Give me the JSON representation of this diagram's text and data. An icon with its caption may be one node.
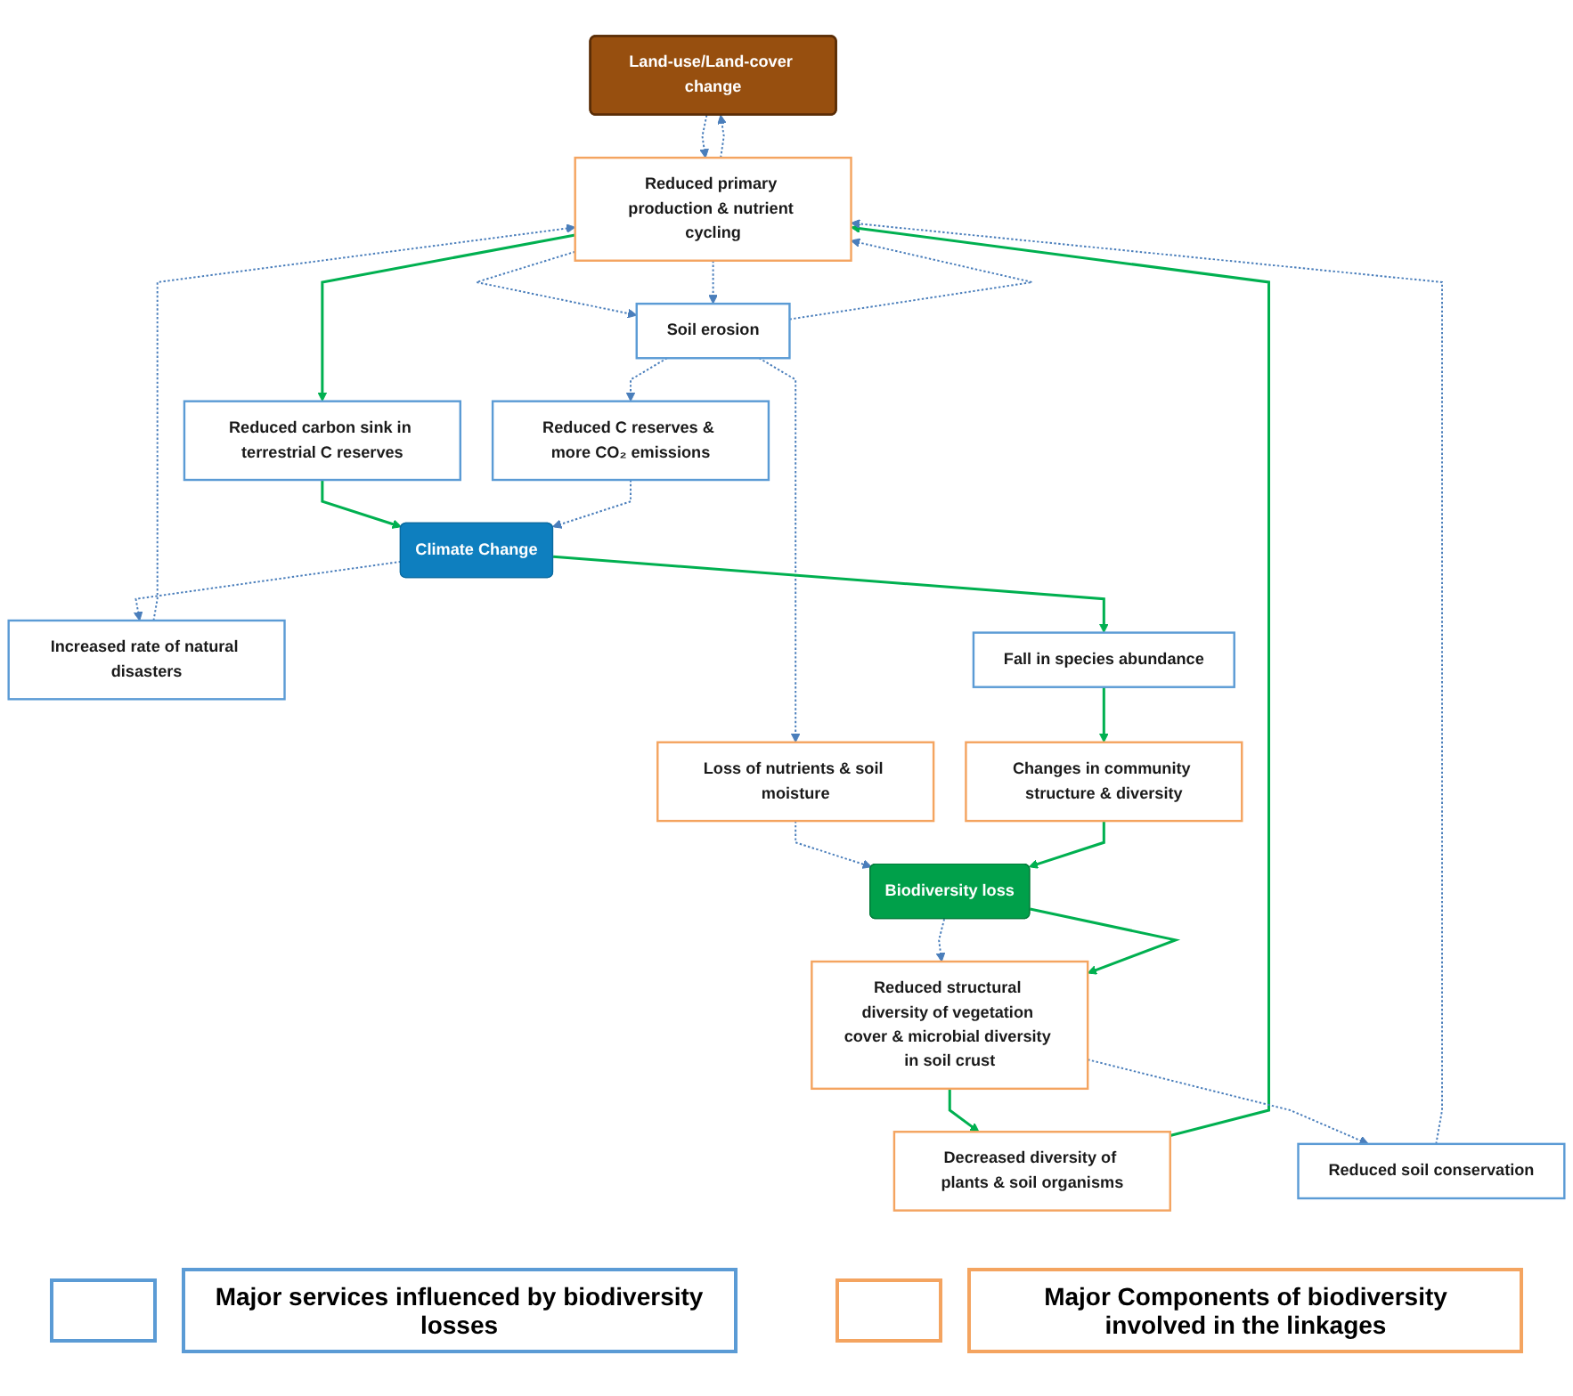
{
  "diagram": {
    "nodes": [
      {
        "text": [
          "Land-use/Land-cover change"
        ]
      },
      {
        "text": [
          "Reduced carbon sink in terrestrial C reserves"
        ]
      },
      {
        "text": [
          "Decreased diversity of plants & soil organisms"
        ]
      },
      {
        "text": [
          "Reduced primary production & nutrient cycling"
        ]
      },
      {
        "text": [
          "Reduced soil conservation"
        ]
      },
      {
        "text": [
          "Increased rate of natural disasters"
        ]
      },
      {
        "text": [
          "Soil erosion"
        ]
      },
      {
        "text": [
          "Reduced structural diversity of vegetation cover & microbial diversity in soil crust"
        ]
      },
      {
        "text": [
          "Reduced C reserves & more CO₂ emissions"
        ]
      },
      {
        "text": [
          "Loss of nutrients & soil moisture"
        ]
      },
      {
        "text": [
          "Climate Change"
        ]
      },
      {
        "text": [
          "Biodiversity loss"
        ]
      },
      {
        "text": [
          "Fall in species abundance"
        ]
      },
      {
        "text": [
          "Changes in community structure & diversity"
        ]
      }
    ],
    "edges": [
      {
        "from": 3,
        "to": 1,
        "arrow": "to",
        "color": "#00b050"
      },
      {
        "from": 2,
        "to": 3,
        "arrow": "to",
        "color": "#00b050"
      },
      {
        "from": 3,
        "to": 0,
        "arrow": "to",
        "style": "dashed"
      },
      {
        "from": 0,
        "to": 3,
        "arrow": "to",
        "style": "dashed"
      },
      {
        "from": 5,
        "to": 3,
        "arrow": "to",
        "style": "dashed"
      },
      {
        "from": 4,
        "to": 3,
        "arrow": "to",
        "style": "dashed"
      },
      {
        "from": 3,
        "to": 6,
        "arrow": "to",
        "style": "dashed"
      },
      {
        "from": 6,
        "to": 3,
        "arrow": "to",
        "style": "dashed"
      },
      {
        "from": 3,
        "to": 6,
        "arrow": "to",
        "style": "dashed"
      },
      {
        "from": 1,
        "to": 10,
        "arrow": "to",
        "color": "#00b050"
      },
      {
        "from": 7,
        "to": 2,
        "arrow": "to",
        "color": "#00b050"
      },
      {
        "from": 7,
        "to": 4,
        "arrow": "to",
        "style": "dashed"
      },
      {
        "from": 6,
        "to": 8,
        "arrow": "to",
        "style": "dashed"
      },
      {
        "from": 6,
        "to": 9,
        "arrow": "to",
        "style": "dashed"
      },
      {
        "from": 10,
        "to": 5,
        "arrow": "to",
        "style": "dashed"
      },
      {
        "from": 8,
        "to": 10,
        "arrow": "to",
        "style": "dashed"
      },
      {
        "from": 9,
        "to": 11,
        "arrow": "to",
        "style": "dashed"
      },
      {
        "from": 11,
        "to": 7,
        "arrow": "to",
        "style": "dashed"
      },
      {
        "from": 11,
        "to": 7,
        "arrow": "to",
        "color": "#00b050"
      },
      {
        "from": 10,
        "to": 12,
        "arrow": "to",
        "color": "#00b050"
      },
      {
        "from": 12,
        "to": 13,
        "arrow": "to",
        "color": "#00b050"
      },
      {
        "from": 13,
        "to": 11,
        "arrow": "to",
        "color": "#00b050"
      }
    ],
    "legend": [
      {
        "text": "Major services influenced by biodiversity losses",
        "color": "#5b9bd5"
      },
      {
        "text": "Major Components of biodiversity involved in the linkages",
        "color": "#f4a460"
      }
    ]
  }
}
